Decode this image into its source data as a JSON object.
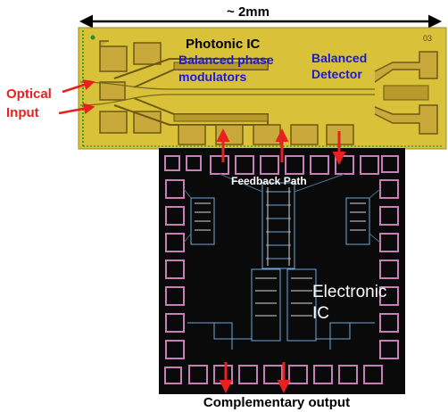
{
  "labels": {
    "dimension": "~ 2mm",
    "photonic_ic": "Photonic IC",
    "balanced_phase_line1": "Balanced phase",
    "balanced_phase_line2": "modulators",
    "balanced_detector_line1": "Balanced",
    "balanced_detector_line2": "Detector",
    "optical_input_line1": "Optical",
    "optical_input_line2": "Input",
    "feedback_path": "Feedback Path",
    "electronic_ic_line1": "Electronic",
    "electronic_ic_line2": "IC",
    "complementary_output": "Complementary output",
    "chip_marker": "03"
  },
  "colors": {
    "photonic_chip": "#d9c13a",
    "gold_pad": "#c9a93c",
    "electronic_chip": "#0a0a0a",
    "arrow_red": "#e8201e",
    "label_blue": "#1a1adc",
    "label_red": "#e8201e",
    "label_black": "#000000"
  }
}
